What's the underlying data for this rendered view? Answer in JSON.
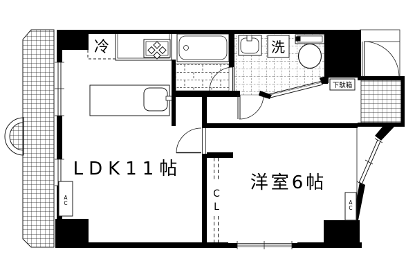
{
  "plan": {
    "title": "1LDK apartment floor plan",
    "labels": {
      "ldk": "LDK11帖",
      "western_room": "洋室6帖",
      "refrigerator": "冷",
      "washer": "洗",
      "shoe_cabinet": "下駄箱",
      "closet_c": "C",
      "closet_l": "L",
      "ac_a": "A",
      "ac_c": "C"
    },
    "colors": {
      "wall": "#000000",
      "line": "#1a1a1a",
      "background": "#ffffff"
    }
  }
}
